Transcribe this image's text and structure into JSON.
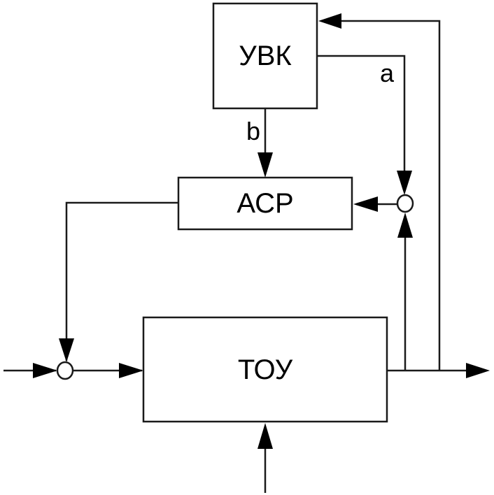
{
  "diagram": {
    "type": "block-diagram",
    "blocks": {
      "uvk": {
        "label": "УВК"
      },
      "acp": {
        "label": "АСР"
      },
      "toy": {
        "label": "ТОУ"
      }
    },
    "signals": {
      "a": "a",
      "b": "b"
    },
    "colors": {
      "line": "#1a1a1a",
      "background": "#ffffff"
    }
  }
}
